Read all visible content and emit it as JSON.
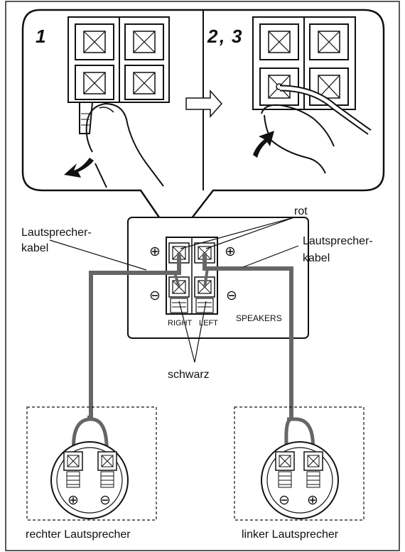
{
  "steps": {
    "step1": "1",
    "step23_a": "2",
    "step23_comma": ",",
    "step23_b": "3"
  },
  "labels": {
    "rot": "rot",
    "cable_left_1": "Lautsprecher-",
    "cable_left_2": "kabel",
    "cable_right_1": "Lautsprecher-",
    "cable_right_2": "kabel",
    "schwarz": "schwarz",
    "right": "RIGHT",
    "left": "LEFT",
    "speakers": "SPEAKERS",
    "right_speaker": "rechter Lautsprecher",
    "left_speaker": "linker Lautsprecher"
  },
  "symbols": {
    "plus": "⊕",
    "minus": "⊖"
  }
}
